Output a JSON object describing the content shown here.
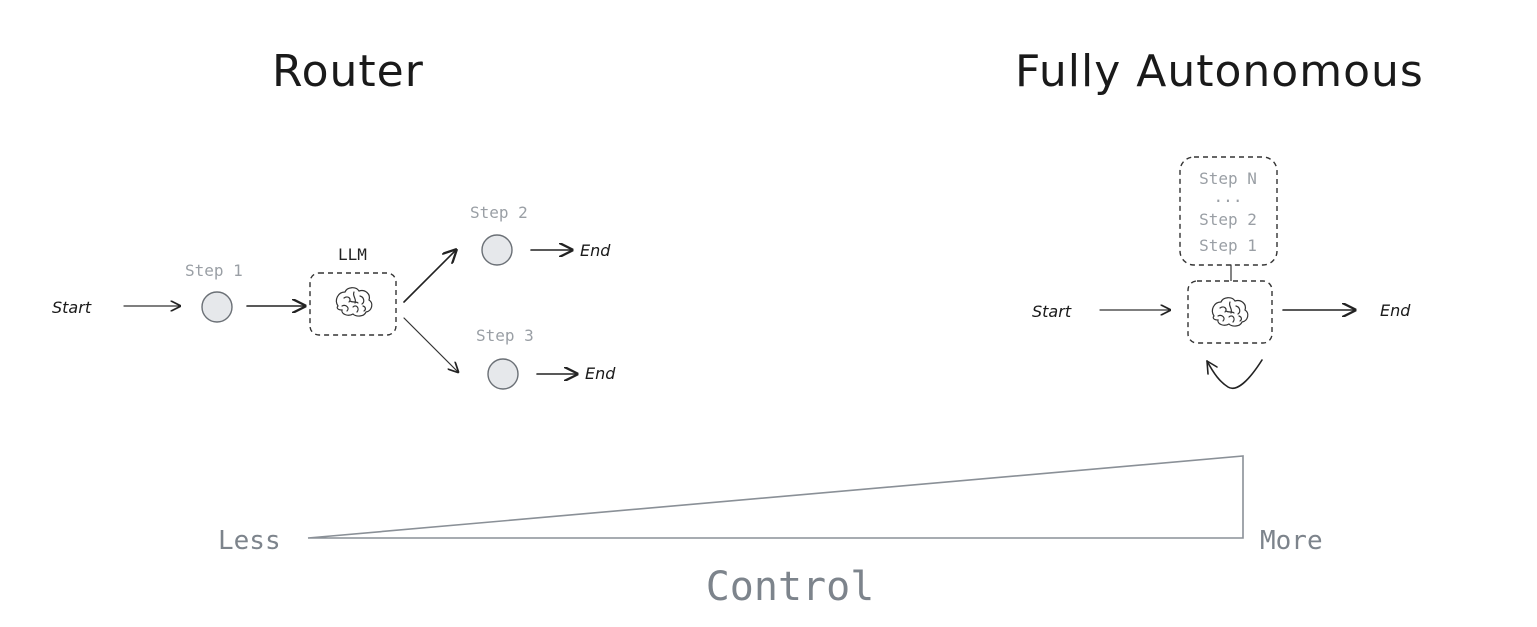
{
  "router": {
    "title": "Router",
    "start": "Start",
    "step1": "Step 1",
    "llm": "LLM",
    "step2": "Step 2",
    "step3": "Step 3",
    "end_top": "End",
    "end_bottom": "End"
  },
  "autonomous": {
    "title": "Fully Autonomous",
    "start": "Start",
    "end": "End",
    "stack": [
      "Step N",
      "...",
      "Step 2",
      "Step 1"
    ]
  },
  "control_axis": {
    "less": "Less",
    "more": "More",
    "title": "Control"
  },
  "icons": {
    "router_llm": "brain-icon",
    "autonomous_llm": "brain-icon"
  }
}
